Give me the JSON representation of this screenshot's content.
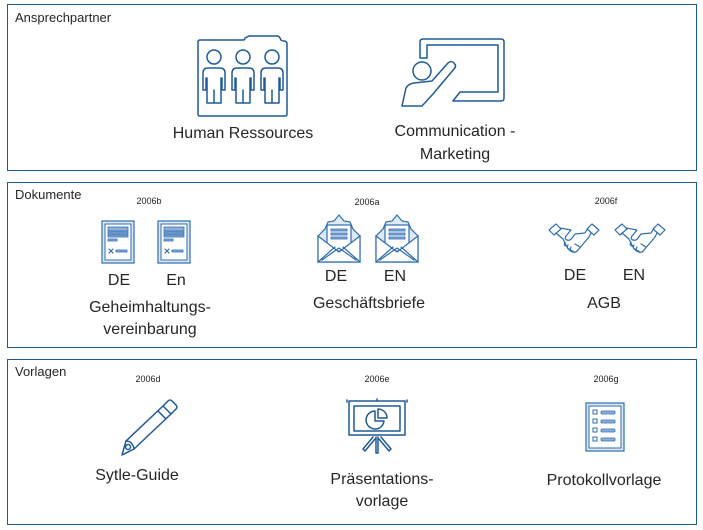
{
  "sections": [
    {
      "title": "Ansprechpartner",
      "items": [
        {
          "icon": "people-folder-icon",
          "label_lines": [
            "Human Ressources"
          ]
        },
        {
          "icon": "presenter-board-icon",
          "label_lines": [
            "Communication -",
            "Marketing"
          ]
        }
      ]
    },
    {
      "title": "Dokumente",
      "items": [
        {
          "code": "2006b",
          "icon": "document-icon",
          "languages": [
            "DE",
            "En"
          ],
          "label_lines": [
            "Geheimhaltungs-",
            "vereinbarung"
          ]
        },
        {
          "code": "2006a",
          "icon": "open-envelope-letter-icon",
          "languages": [
            "DE",
            "EN"
          ],
          "label_lines": [
            "Geschäftsbriefe"
          ]
        },
        {
          "code": "2006f",
          "icon": "handshake-icon",
          "languages": [
            "DE",
            "EN"
          ],
          "label_lines": [
            "AGB"
          ]
        }
      ]
    },
    {
      "title": "Vorlagen",
      "items": [
        {
          "code": "2006d",
          "icon": "pencil-icon",
          "label_lines": [
            "Sytle-Guide"
          ]
        },
        {
          "code": "2006e",
          "icon": "presentation-pie-chart-icon",
          "label_lines": [
            "Präsentations-",
            "vorlage"
          ]
        },
        {
          "code": "2006g",
          "icon": "checklist-icon",
          "label_lines": [
            "Protokollvorlage"
          ]
        }
      ]
    }
  ],
  "colors": {
    "border": "#1f5a96",
    "icon": "#1f5a96",
    "icon_fill": "#8fb0d9",
    "text": "#262626"
  }
}
